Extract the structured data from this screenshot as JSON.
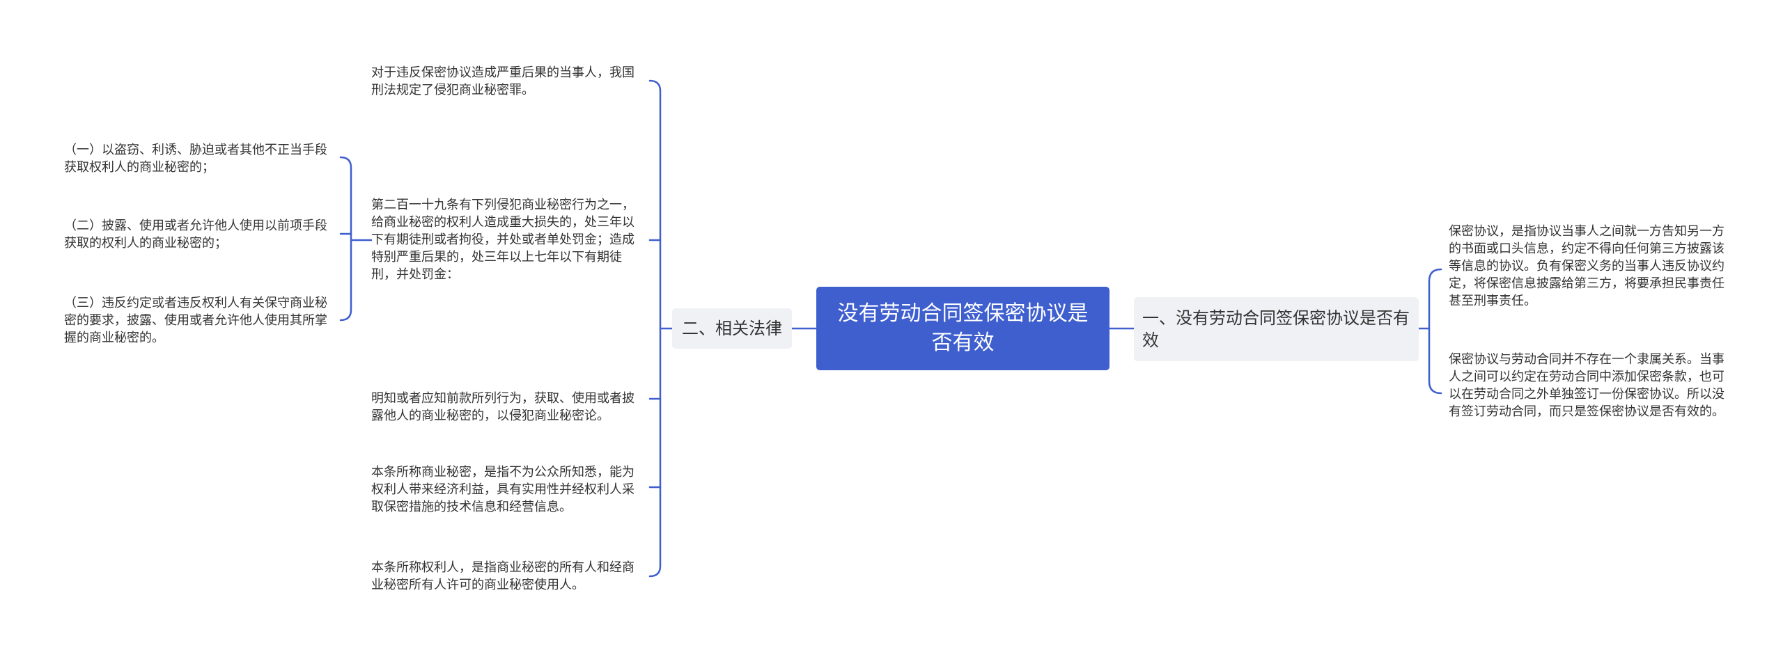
{
  "root": {
    "title": "没有劳动合同签保密协议是否有效"
  },
  "right_branch": {
    "label": "一、没有劳动合同签保密协议是否有效",
    "children": [
      "保密协议，是指协议当事人之间就一方告知另一方的书面或口头信息，约定不得向任何第三方披露该等信息的协议。负有保密义务的当事人违反协议约定，将保密信息披露给第三方，将要承担民事责任甚至刑事责任。",
      "保密协议与劳动合同并不存在一个隶属关系。当事人之间可以约定在劳动合同中添加保密条款，也可以在劳动合同之外单独签订一份保密协议。所以没有签订劳动合同，而只是签保密协议是否有效的。"
    ]
  },
  "left_branch": {
    "label": "二、相关法律",
    "children": [
      "对于违反保密协议造成严重后果的当事人，我国刑法规定了侵犯商业秘密罪。",
      "第二百一十九条有下列侵犯商业秘密行为之一，给商业秘密的权利人造成重大损失的，处三年以下有期徒刑或者拘役，并处或者单处罚金；造成特别严重后果的，处三年以上七年以下有期徒刑，并处罚金：",
      "明知或者应知前款所列行为，获取、使用或者披露他人的商业秘密的，以侵犯商业秘密论。",
      "本条所称商业秘密，是指不为公众所知悉，能为权利人带来经济利益，具有实用性并经权利人采取保密措施的技术信息和经营信息。",
      "本条所称权利人，是指商业秘密的所有人和经商业秘密所有人许可的商业秘密使用人。"
    ],
    "sub_items": [
      "（一）以盗窃、利诱、胁迫或者其他不正当手段获取权利人的商业秘密的；",
      "（二）披露、使用或者允许他人使用以前项手段获取的权利人的商业秘密的；",
      "（三）违反约定或者违反权利人有关保守商业秘密的要求，披露、使用或者允许他人使用其所掌握的商业秘密的。"
    ]
  },
  "colors": {
    "root_fill": "#3f5fcf",
    "branch_fill": "#eff1f4",
    "connector": "#3f5fcf",
    "text": "#333333"
  }
}
